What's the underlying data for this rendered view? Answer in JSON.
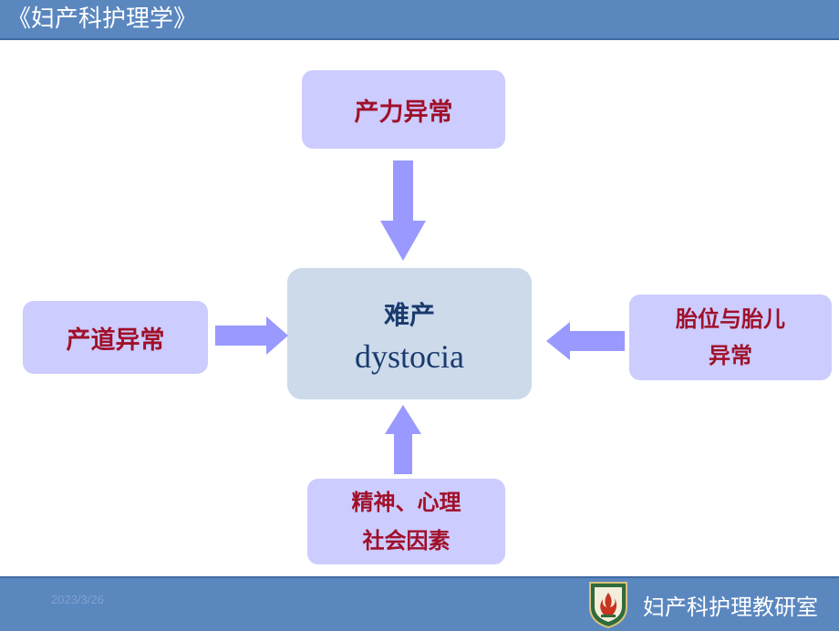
{
  "header": {
    "title": "《妇产科护理学》"
  },
  "diagram": {
    "center": {
      "title_cn": "难产",
      "title_en": "dystocia"
    },
    "causes": {
      "top": "产力异常",
      "left": "产道异常",
      "right": "胎位与胎儿\n异常",
      "bottom": "精神、心理\n社会因素"
    }
  },
  "footer": {
    "date": "2023/3/26",
    "department": "妇产科护理教研室"
  },
  "colors": {
    "header_bar": "#5b87bf",
    "cause_box": "#ccccff",
    "center_box": "#ccdaea",
    "cause_text": "#a0102a",
    "arrow": "#9999ff"
  }
}
